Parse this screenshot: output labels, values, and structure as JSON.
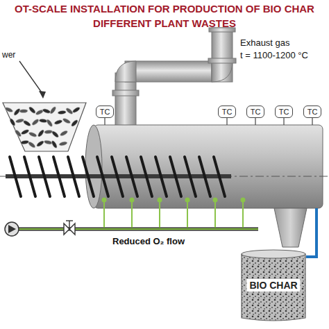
{
  "diagram": {
    "title": "OT-SCALE INSTALLATION FOR PRODUCTION OF BIO CHAR DIFFERENT PLANT WASTES",
    "nodes": [
      {
        "text": [
          "TC"
        ]
      },
      {
        "text": [
          "TC"
        ]
      },
      {
        "text": [
          "TC"
        ]
      },
      {
        "text": [
          "TC"
        ]
      },
      {
        "text": [
          "TC"
        ]
      },
      {
        "text": [
          "BIO CHAR"
        ]
      }
    ],
    "labels": [
      "wer",
      "Exhaust gas",
      "t = 1100-1200 °C",
      "Reduced O₂ flow"
    ]
  }
}
